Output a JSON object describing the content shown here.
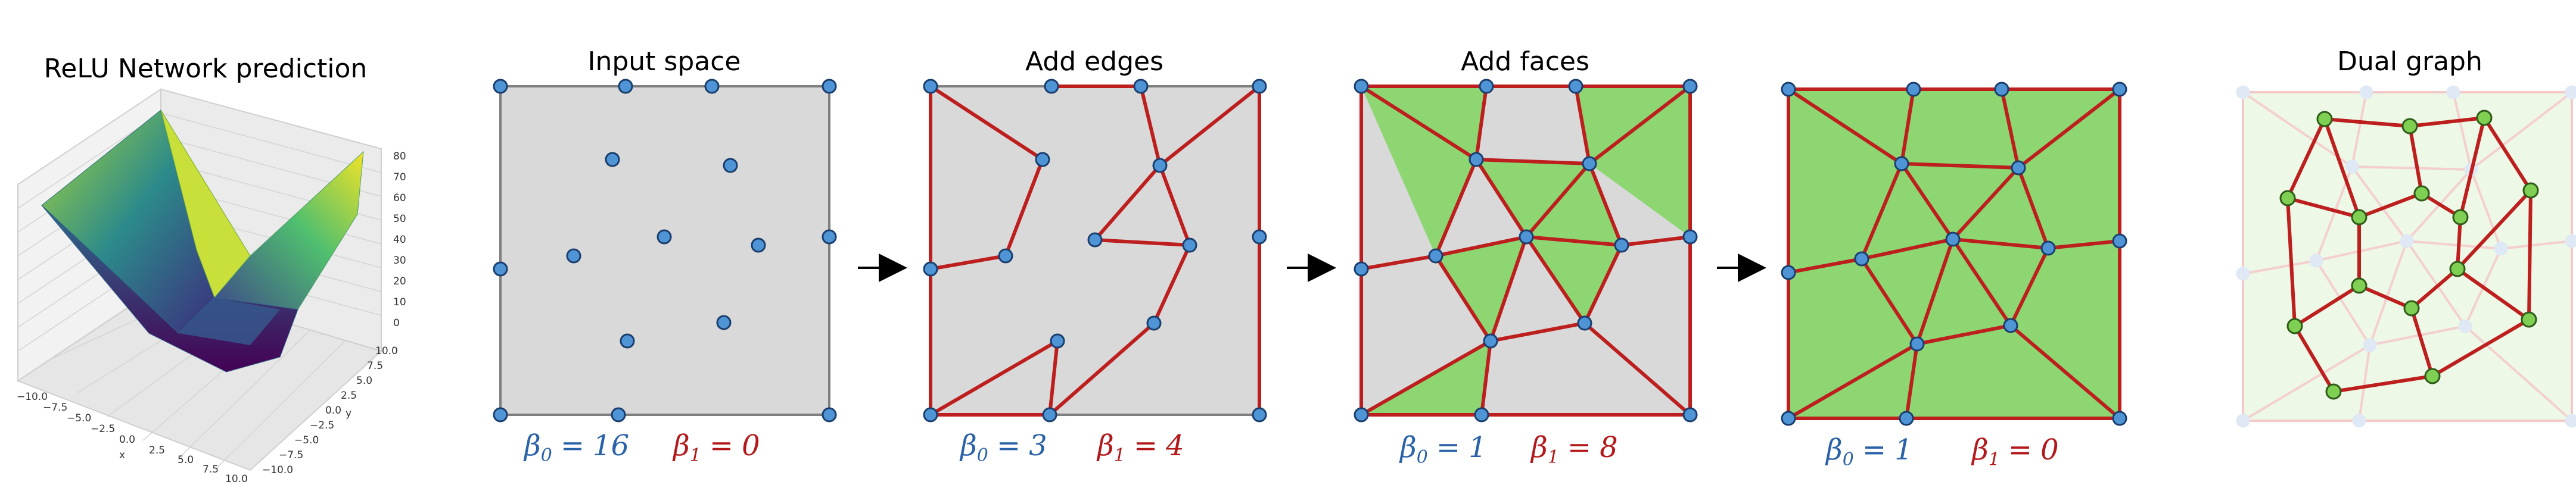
{
  "colors": {
    "vertex_fill": "#4f95d6",
    "vertex_stroke": "#1a3e6e",
    "edge": "#bd1e1e",
    "face": "#8dd672",
    "background_square": "#d9d9d9",
    "beta0": "#2a62a8",
    "beta1": "#b3191b",
    "dual_node": "#7fcf52"
  },
  "panels": {
    "relu": {
      "title": "ReLU Network prediction",
      "z_ticks": [
        "0",
        "10",
        "20",
        "30",
        "40",
        "50",
        "60",
        "70",
        "80"
      ],
      "x_ticks": [
        "−10.0",
        "−7.5",
        "−5.0",
        "−2.5",
        "0.0",
        "2.5",
        "5.0",
        "7.5",
        "10.0"
      ],
      "y_ticks": [
        "−10.0",
        "−7.5",
        "−5.0",
        "−2.5",
        "0.0",
        "2.5",
        "5.0",
        "7.5",
        "10.0"
      ],
      "x_label": "x",
      "y_label": "y"
    },
    "input_space": {
      "title": "Input space",
      "beta0_value": "16",
      "beta1_value": "0"
    },
    "add_edges": {
      "title": "Add edges",
      "beta0_value": "3",
      "beta1_value": "4"
    },
    "add_faces": {
      "title": "Add faces",
      "beta0_value": "1",
      "beta1_value": "8"
    },
    "filled": {
      "beta0_value": "1",
      "beta1_value": "0"
    },
    "dual_graph": {
      "title": "Dual graph"
    }
  },
  "beta_symbol": "β",
  "beta0_sub": "0",
  "beta1_sub": "1",
  "equals": "="
}
